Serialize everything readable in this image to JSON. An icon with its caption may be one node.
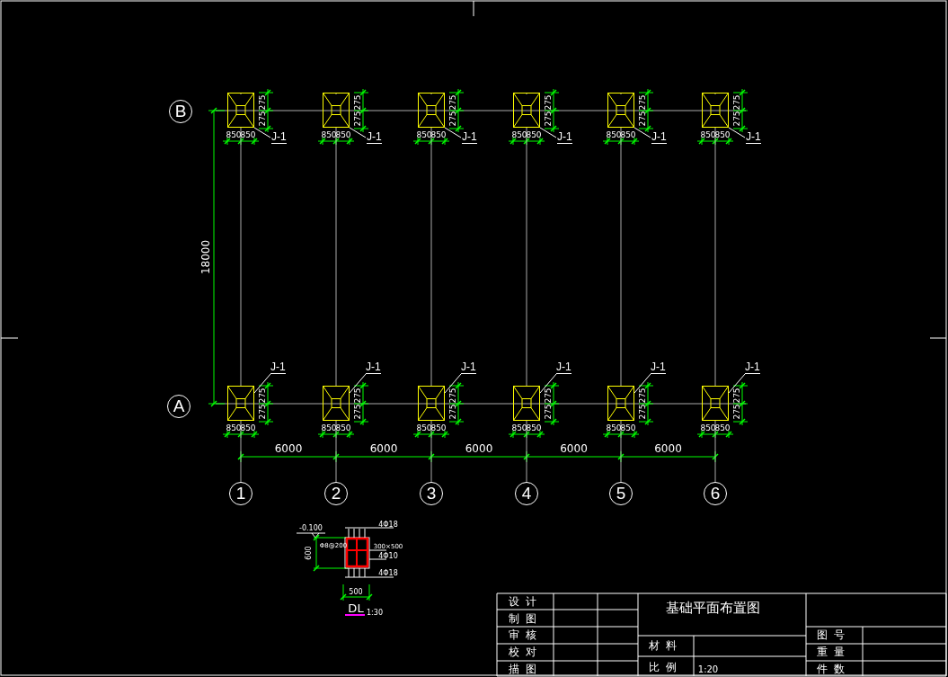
{
  "diagram": {
    "nodes": [
      {
        "text": [
          "B"
        ]
      },
      {
        "text": [
          "A"
        ]
      },
      {
        "text": [
          "1"
        ]
      },
      {
        "text": [
          "2"
        ]
      },
      {
        "text": [
          "3"
        ]
      },
      {
        "text": [
          "4"
        ]
      },
      {
        "text": [
          "5"
        ]
      },
      {
        "text": [
          "6"
        ]
      },
      {
        "text": [],
        "shape": "box"
      },
      {
        "text": [],
        "shape": "box"
      },
      {
        "text": [],
        "shape": "box"
      },
      {
        "text": [],
        "shape": "box"
      },
      {
        "text": [],
        "shape": "box"
      },
      {
        "text": [],
        "shape": "box"
      },
      {
        "text": [],
        "shape": "box"
      },
      {
        "text": [],
        "shape": "box"
      },
      {
        "text": [],
        "shape": "box"
      },
      {
        "text": [],
        "shape": "box"
      },
      {
        "text": [],
        "shape": "box"
      },
      {
        "text": [],
        "shape": "box"
      },
      {
        "text": [
          "J-1"
        ]
      },
      {
        "text": [
          "J-1"
        ]
      },
      {
        "text": [
          "J-1"
        ]
      },
      {
        "text": [
          "J-1"
        ]
      },
      {
        "text": [
          "J-1"
        ]
      },
      {
        "text": [
          "J-1"
        ]
      },
      {
        "text": [
          "J-1"
        ]
      },
      {
        "text": [
          "J-1"
        ]
      },
      {
        "text": [
          "J-1"
        ]
      },
      {
        "text": [
          "J-1"
        ]
      },
      {
        "text": [
          "J-1"
        ]
      },
      {
        "text": [
          "J-1"
        ]
      }
    ],
    "edges": [
      {
        "from": 20,
        "to": 8,
        "arrow": "none"
      },
      {
        "from": 21,
        "to": 9,
        "arrow": "none"
      },
      {
        "from": 22,
        "to": 10,
        "arrow": "none"
      },
      {
        "from": 23,
        "to": 11,
        "arrow": "none"
      },
      {
        "from": 24,
        "to": 12,
        "arrow": "none"
      },
      {
        "from": 25,
        "to": 13,
        "arrow": "none"
      },
      {
        "from": 26,
        "to": 14,
        "arrow": "none"
      },
      {
        "from": 27,
        "to": 15,
        "arrow": "none"
      },
      {
        "from": 28,
        "to": 16,
        "arrow": "none"
      },
      {
        "from": 29,
        "to": 17,
        "arrow": "none"
      },
      {
        "from": 30,
        "to": 18,
        "arrow": "none"
      },
      {
        "from": 31,
        "to": 19,
        "arrow": "none"
      },
      {
        "from": 2,
        "to": 14,
        "arrow": "none",
        "color": "#aaaaaa"
      },
      {
        "from": 14,
        "to": 8,
        "arrow": "none",
        "color": "#aaaaaa"
      },
      {
        "from": 3,
        "to": 15,
        "arrow": "none",
        "color": "#aaaaaa"
      },
      {
        "from": 15,
        "to": 9,
        "arrow": "none",
        "color": "#aaaaaa"
      },
      {
        "from": 4,
        "to": 16,
        "arrow": "none",
        "color": "#aaaaaa"
      },
      {
        "from": 16,
        "to": 10,
        "arrow": "none",
        "color": "#aaaaaa"
      },
      {
        "from": 5,
        "to": 17,
        "arrow": "none",
        "color": "#aaaaaa"
      },
      {
        "from": 17,
        "to": 11,
        "arrow": "none",
        "color": "#aaaaaa"
      },
      {
        "from": 6,
        "to": 18,
        "arrow": "none",
        "color": "#aaaaaa"
      },
      {
        "from": 18,
        "to": 12,
        "arrow": "none",
        "color": "#aaaaaa"
      },
      {
        "from": 7,
        "to": 19,
        "arrow": "none",
        "color": "#aaaaaa"
      },
      {
        "from": 19,
        "to": 13,
        "arrow": "none",
        "color": "#aaaaaa"
      }
    ],
    "labels": [
      "275",
      "275",
      "850",
      "850",
      "275",
      "275",
      "850",
      "850",
      "275",
      "275",
      "850",
      "850",
      "275",
      "275",
      "850",
      "850",
      "275",
      "275",
      "850",
      "850",
      "275",
      "275",
      "850",
      "850",
      "18000",
      "275",
      "275",
      "850",
      "850",
      "275",
      "275",
      "850",
      "850",
      "275",
      "275",
      "850",
      "850",
      "275",
      "275",
      "850",
      "850",
      "275",
      "275",
      "850",
      "850",
      "275",
      "275",
      "850",
      "850",
      "6000",
      "6000",
      "6000",
      "6000",
      "6000",
      "-0.100",
      "4Φ18",
      "Φ8@200",
      "300×500",
      "600",
      "4Φ10",
      "4Φ18",
      "500",
      "DL",
      "1:30",
      "设计",
      "基础平面布置图",
      "制图",
      "审核",
      "图号",
      "材料",
      "校对",
      "重量",
      "描图",
      "比例",
      "1:20",
      "件数"
    ]
  }
}
